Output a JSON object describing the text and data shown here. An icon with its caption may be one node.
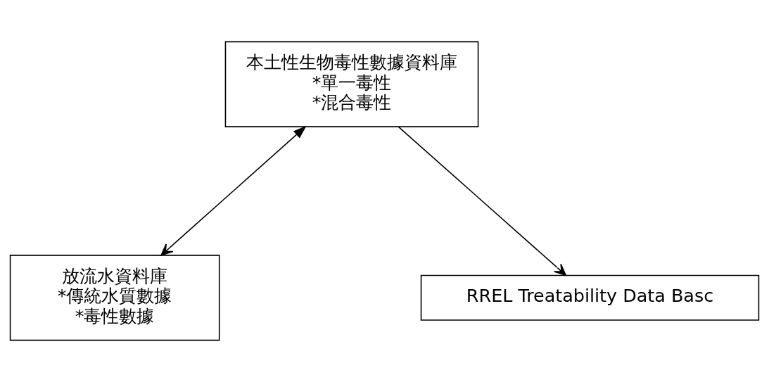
{
  "diagram": {
    "nodes": [
      {
        "text": [
          "本土性生物毒性數據資料庫",
          "*單一毒性",
          "*混合毒性"
        ]
      },
      {
        "text": [
          "放流水資料庫",
          "*傳統水質數據",
          "*毒性數據"
        ]
      },
      {
        "text": [
          "RREL Treatability Data Basc"
        ]
      }
    ],
    "edges": [
      {
        "from": 0,
        "to": 1,
        "arrow": "both"
      },
      {
        "from": 0,
        "to": 2,
        "arrow": "to"
      }
    ]
  }
}
